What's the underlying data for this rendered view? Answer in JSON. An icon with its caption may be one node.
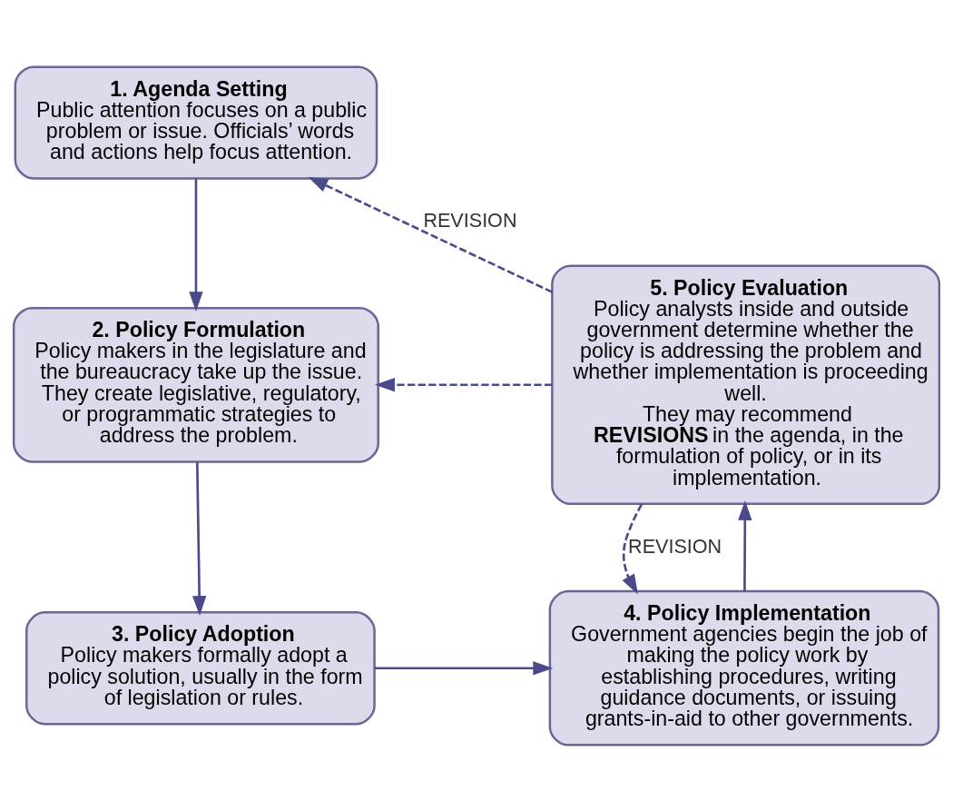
{
  "diagram": {
    "nodes": [
      {
        "text": [
          "1. Agenda Setting",
          "Public attention focuses on a public problem or issue. Officials’ words and actions help focus attention."
        ]
      },
      {
        "text": [
          "2. Policy Formulation",
          "Policy makers in the legislature and the bureaucracy take up the issue. They create legislative, regulatory, or programmatic strategies to address the problem."
        ]
      },
      {
        "text": [
          "3. Policy Adoption",
          "Policy makers formally adopt a policy solution, usually in the form of legislation or rules."
        ]
      },
      {
        "text": [
          "4. Policy Implementation",
          "Government agencies begin the job of making the policy work by establishing procedures, writing guidance documents, or issuing grants-in-aid to other governments."
        ]
      },
      {
        "text": [
          "5. Policy Evaluation",
          "Policy analysts inside and outside government determine whether the policy is addressing the problem and whether implementation is proceeding well.",
          "They may recommend **REVISIONS** in the agenda, in the formulation of policy, or in its implementation."
        ]
      }
    ],
    "edges": [
      {
        "from": 0,
        "to": 1,
        "arrow": "to"
      },
      {
        "from": 1,
        "to": 2,
        "arrow": "to"
      },
      {
        "from": 2,
        "to": 3,
        "arrow": "to"
      },
      {
        "from": 3,
        "to": 4,
        "arrow": "to"
      },
      {
        "from": 4,
        "to": 0,
        "arrow": "to",
        "style": "dashed",
        "label": "REVISION"
      },
      {
        "from": 4,
        "to": 1,
        "arrow": "to",
        "style": "dashed"
      },
      {
        "from": 4,
        "to": 3,
        "arrow": "to",
        "style": "dashed",
        "label": "REVISION"
      }
    ]
  }
}
